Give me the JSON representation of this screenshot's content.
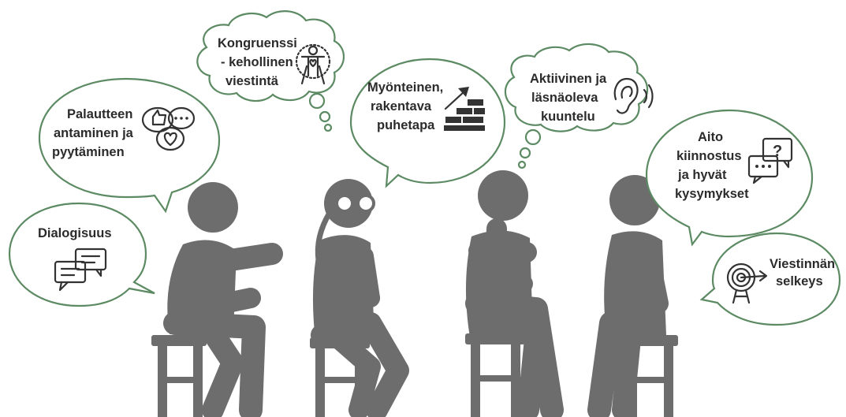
{
  "colors": {
    "bubble_outline": "#5c8a63",
    "figure": "#6d6d6d",
    "icon": "#333333",
    "text": "#2b2b2b"
  },
  "bubbles": [
    {
      "id": "dialogisuus",
      "lines": [
        "Dialogisuus"
      ],
      "icon": "chat-bubbles-icon"
    },
    {
      "id": "palaute",
      "lines": [
        "Palautteen",
        "antaminen ja",
        "pyytäminen"
      ],
      "icon": "feedback-icon"
    },
    {
      "id": "kongruenssi",
      "lines": [
        "Kongruenssi",
        "- kehollinen",
        "viestintä"
      ],
      "icon": "body-figure-icon"
    },
    {
      "id": "myonteinen",
      "lines": [
        "Myönteinen,",
        "rakentava",
        "puhetapa"
      ],
      "icon": "bricks-arrow-icon"
    },
    {
      "id": "aktiivinen",
      "lines": [
        "Aktiivinen ja",
        "läsnäoleva",
        "kuuntelu"
      ],
      "icon": "ear-icon"
    },
    {
      "id": "aito",
      "lines": [
        "Aito",
        "kiinnostus",
        "ja hyvät",
        "kysymykset"
      ],
      "icon": "question-bubbles-icon"
    },
    {
      "id": "selkeys",
      "lines": [
        "Viestinnän",
        "selkeys"
      ],
      "icon": "target-icon"
    }
  ]
}
